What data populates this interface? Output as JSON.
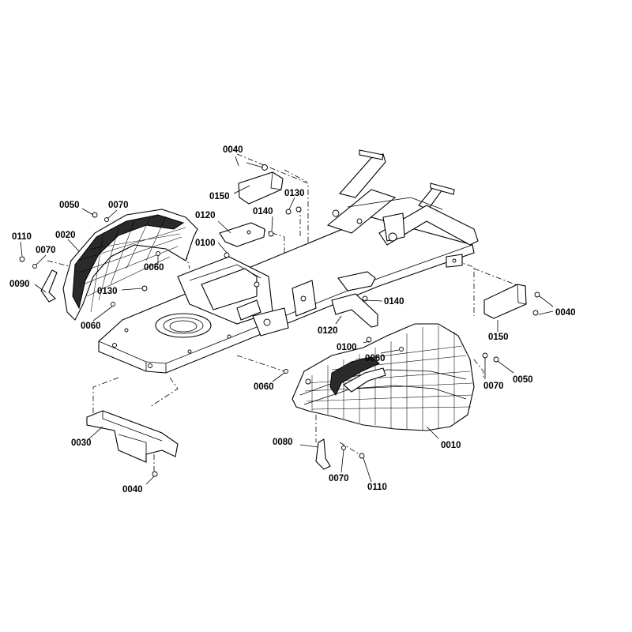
{
  "diagram": {
    "callouts": [
      {
        "id": "c01",
        "text": "0040"
      },
      {
        "id": "c02",
        "text": "0150"
      },
      {
        "id": "c03",
        "text": "0130"
      },
      {
        "id": "c04",
        "text": "0050"
      },
      {
        "id": "c05",
        "text": "0070"
      },
      {
        "id": "c06",
        "text": "0120"
      },
      {
        "id": "c07",
        "text": "0140"
      },
      {
        "id": "c08",
        "text": "0110"
      },
      {
        "id": "c09",
        "text": "0020"
      },
      {
        "id": "c10",
        "text": "0100"
      },
      {
        "id": "c11",
        "text": "0070"
      },
      {
        "id": "c12",
        "text": "0060"
      },
      {
        "id": "c13",
        "text": "0090"
      },
      {
        "id": "c14",
        "text": "0130"
      },
      {
        "id": "c15",
        "text": "0060"
      },
      {
        "id": "c16",
        "text": "0140"
      },
      {
        "id": "c17",
        "text": "0040"
      },
      {
        "id": "c18",
        "text": "0120"
      },
      {
        "id": "c19",
        "text": "0150"
      },
      {
        "id": "c20",
        "text": "0100"
      },
      {
        "id": "c21",
        "text": "0060"
      },
      {
        "id": "c22",
        "text": "0070"
      },
      {
        "id": "c23",
        "text": "0050"
      },
      {
        "id": "c24",
        "text": "0060"
      },
      {
        "id": "c25",
        "text": "0010"
      },
      {
        "id": "c26",
        "text": "0080"
      },
      {
        "id": "c27",
        "text": "0030"
      },
      {
        "id": "c28",
        "text": "0070"
      },
      {
        "id": "c29",
        "text": "0110"
      },
      {
        "id": "c30",
        "text": "0040"
      }
    ]
  }
}
